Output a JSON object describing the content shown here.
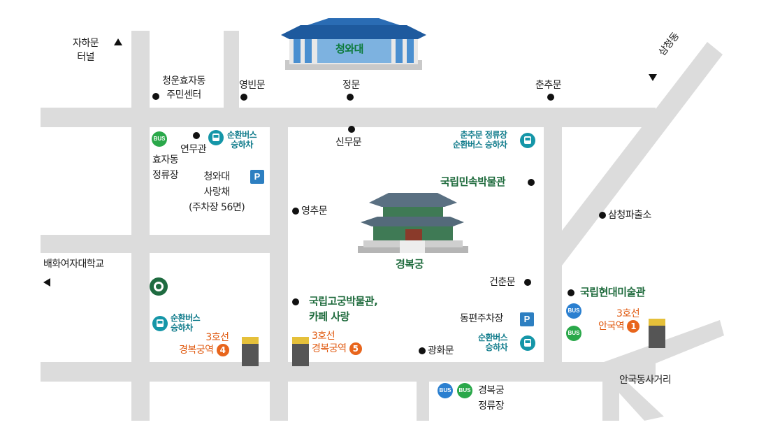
{
  "landmarks": {
    "blue_house": "청와대",
    "gyeongbokgung": "경복궁"
  },
  "places": {
    "jahamun_tunnel": "자하문\n터널",
    "cheongun_center": "청운효자동\n주민센터",
    "yeongbinmun": "영빈문",
    "jeongmun": "정문",
    "chunchumun": "춘추문",
    "samcheongdong": "삼청동",
    "sinmumun": "신무문",
    "yeonmugwan": "연무관",
    "hyojadong_stop": "효자동\n정류장",
    "sarangchae": "청와대\n사랑채\n(주차장 56면)",
    "yeongchumun": "영추문",
    "folk_museum": "국립민속박물관",
    "samcheong_police": "삼청파출소",
    "baehwa": "배화여자대학교",
    "geonchunmun": "건춘문",
    "mmca": "국립현대미술관",
    "palace_museum": "국립고궁박물관,\n카페 사랑",
    "dongpyeon_parking": "동편주차장",
    "gwanghwamun": "광화문",
    "anguk_intersection": "안국동사거리",
    "gyeongbokgung_stop": "경복궁\n정류장"
  },
  "shuttle": {
    "stop_yeonmugwan": "순환버스\n승하차",
    "stop_chunchumun": "춘추문 정류장\n순환버스 승하차",
    "stop_west": "순환버스\n승하차",
    "stop_east": "순환버스\n승하차"
  },
  "stations": {
    "gyeongbokgung_4": {
      "line": "3호선",
      "name": "경복궁역",
      "exit": "4"
    },
    "gyeongbokgung_5": {
      "line": "3호선",
      "name": "경복궁역",
      "exit": "5"
    },
    "anguk_1": {
      "line": "3호선",
      "name": "안국역",
      "exit": "1"
    }
  },
  "badges": {
    "bus": "BUS",
    "parking": "P"
  },
  "colors": {
    "road": "#dcdcdc",
    "green_text": "#1f6b3d",
    "shuttle_teal": "#0d7a8a",
    "subway_orange": "#e05a10",
    "parking_blue": "#2d7fc1",
    "bus_green": "#2aa84a",
    "bus_blue": "#2a7fd0"
  }
}
